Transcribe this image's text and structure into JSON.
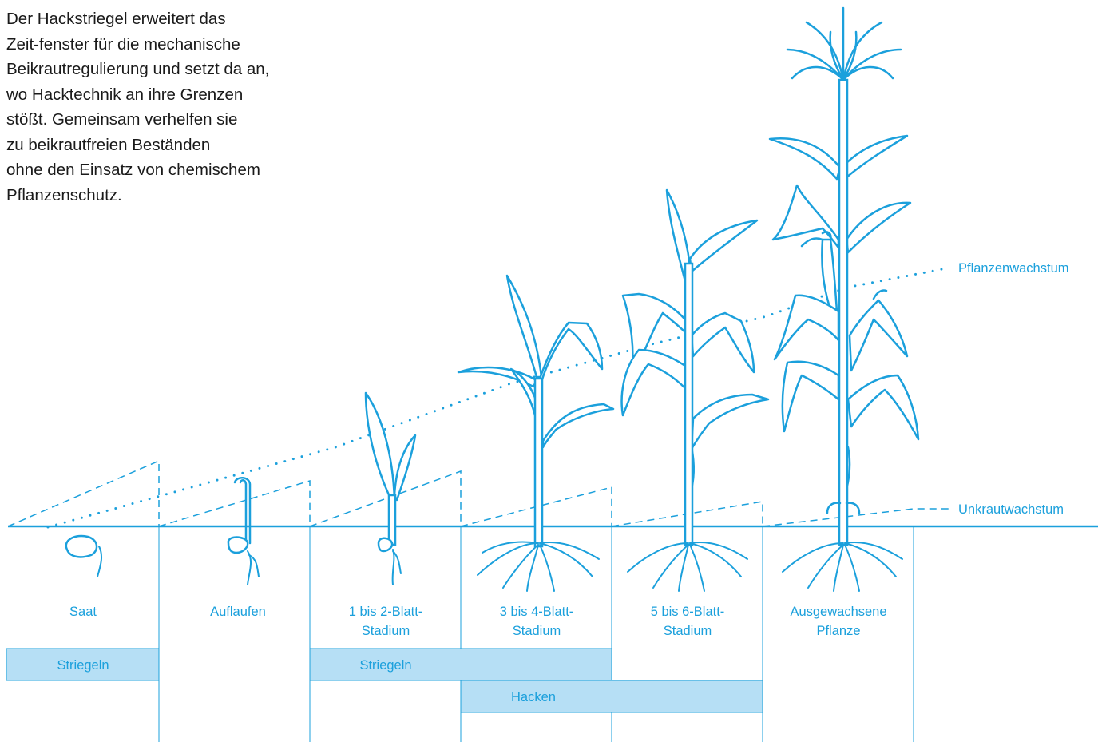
{
  "intro_lines": [
    "Der Hackstriegel erweitert das",
    "Zeit-fenster für die mechanische",
    "Beikrautregulierung und setzt da an,",
    "wo Hacktechnik an ihre Grenzen",
    "stößt. Gemeinsam verhelfen sie",
    "zu beikrautfreien Beständen",
    "ohne den Einsatz von chemischem",
    "Pflanzenschutz."
  ],
  "curves": {
    "plant_growth": "Pflanzenwachstum",
    "weed_growth": "Unkrautwachstum"
  },
  "stages": [
    {
      "line1": "Saat",
      "line2": ""
    },
    {
      "line1": "Auflaufen",
      "line2": ""
    },
    {
      "line1": "1 bis 2-Blatt-",
      "line2": "Stadium"
    },
    {
      "line1": "3 bis 4-Blatt-",
      "line2": "Stadium"
    },
    {
      "line1": "5 bis 6-Blatt-",
      "line2": "Stadium"
    },
    {
      "line1": "Ausgewachsene",
      "line2": "Pflanze"
    }
  ],
  "measures": {
    "striegeln_1": "Striegeln",
    "striegeln_2": "Striegeln",
    "hacken": "Hacken"
  },
  "colors": {
    "accent": "#1ba0dc",
    "bar_fill": "#b6dff5",
    "text": "#1a1a1a"
  }
}
